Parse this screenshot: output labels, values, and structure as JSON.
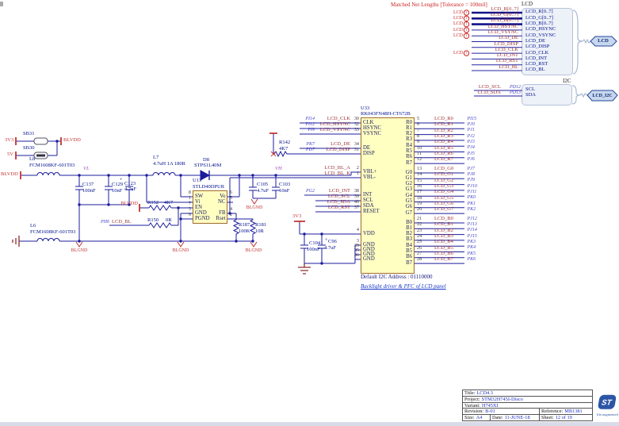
{
  "notes": {
    "matched": "Matched Net Lengths [Tolerance = 100mil]",
    "default_i2c": "Default I2C Address : 01110000",
    "backlight": "Backlight driver & PFC of LCD panel"
  },
  "lcd_group": {
    "label": "LCD",
    "port": "LCD",
    "marker_text": "LCD",
    "marker_num": "1",
    "rows": [
      {
        "name": "LCD_R[0..7]",
        "bus": true,
        "marker": true
      },
      {
        "name": "LCD_G[0..7]",
        "bus": true,
        "marker": true
      },
      {
        "name": "LCD_B[0..7]",
        "bus": true,
        "marker": true
      },
      {
        "name": "LCD_HSYNC",
        "bus": false,
        "marker": true
      },
      {
        "name": "LCD_VSYNC",
        "bus": false,
        "marker": true
      },
      {
        "name": "LCD_DE",
        "bus": false,
        "marker": false
      },
      {
        "name": "LCD_DISP",
        "bus": false,
        "marker": false
      },
      {
        "name": "LCD_CLK",
        "bus": false,
        "marker": true
      },
      {
        "name": "LCD_INT",
        "bus": false,
        "marker": false
      },
      {
        "name": "LCD_RST",
        "bus": false,
        "marker": false
      },
      {
        "name": "LCD_BL",
        "bus": false,
        "marker": false
      }
    ]
  },
  "i2c_group": {
    "label": "I2C",
    "port": "LCD_I2C",
    "rows": [
      {
        "net": "LCD_SCL",
        "port": "PD12",
        "inner": "SCL"
      },
      {
        "net": "LCD_SDA",
        "port": "PD13",
        "inner": "SDA"
      }
    ]
  },
  "u33": {
    "ref": "U33",
    "part": "RK043FN48H-CT672B",
    "supply": "3V3",
    "left_pins": [
      {
        "name": "CLK",
        "num": "30",
        "net": "LCD_CLK",
        "port": "PI14"
      },
      {
        "name": "HSYNC",
        "num": "32",
        "net": "LCD_HSYNC",
        "port": "PI12"
      },
      {
        "name": "VSYNC",
        "num": "33",
        "net": "LCD_VSYNC",
        "port": "PI9"
      },
      {
        "name": "DE",
        "num": "34",
        "net": "LCD_DE",
        "port": "PK7"
      },
      {
        "name": "DISP",
        "num": "31",
        "net": "LCD_DISP",
        "port": "PD7"
      },
      {
        "name": "VBL+",
        "num": "2",
        "net": "LCD_BL_A",
        "port": ""
      },
      {
        "name": "VBL-",
        "num": "1",
        "net": "LCD_BL_K",
        "port": ""
      },
      {
        "name": "INT",
        "num": "38",
        "net": "LCD_INT",
        "port": "PG2"
      },
      {
        "name": "SCL",
        "num": "39",
        "net": "LCD_SCL",
        "port": ""
      },
      {
        "name": "SDA",
        "num": "40",
        "net": "LCD_SDA",
        "port": ""
      },
      {
        "name": "RESET",
        "num": "37",
        "net": "LCD_RST",
        "port": ""
      },
      {
        "name": "VDD",
        "num": "4",
        "net": "",
        "port": ""
      },
      {
        "name": "GND",
        "num": "3",
        "net": "",
        "port": ""
      },
      {
        "name": "GND",
        "num": "29",
        "net": "",
        "port": ""
      },
      {
        "name": "GND",
        "num": "35",
        "net": "",
        "port": ""
      },
      {
        "name": "GND",
        "num": "36",
        "net": "",
        "port": ""
      }
    ],
    "right_pins": [
      {
        "name": "R0",
        "num": "5",
        "net": "LCD_R0",
        "port": "PI15"
      },
      {
        "name": "R1",
        "num": "6",
        "net": "LCD_R1",
        "port": "PJ0"
      },
      {
        "name": "R2",
        "num": "7",
        "net": "LCD_R2",
        "port": "PJ1"
      },
      {
        "name": "R3",
        "num": "8",
        "net": "LCD_R3",
        "port": "PJ2"
      },
      {
        "name": "R4",
        "num": "9",
        "net": "LCD_R4",
        "port": "PJ3"
      },
      {
        "name": "R5",
        "num": "10",
        "net": "LCD_R5",
        "port": "PJ4"
      },
      {
        "name": "R6",
        "num": "11",
        "net": "LCD_R6",
        "port": "PJ5"
      },
      {
        "name": "R7",
        "num": "12",
        "net": "LCD_R7",
        "port": "PJ6"
      },
      {
        "name": "G0",
        "num": "13",
        "net": "LCD_G0",
        "port": "PJ7"
      },
      {
        "name": "G1",
        "num": "14",
        "net": "LCD_G1",
        "port": "PJ8"
      },
      {
        "name": "G2",
        "num": "15",
        "net": "LCD_G2",
        "port": "PJ9"
      },
      {
        "name": "G3",
        "num": "16",
        "net": "LCD_G3",
        "port": "PJ10"
      },
      {
        "name": "G4",
        "num": "17",
        "net": "LCD_G4",
        "port": "PJ11"
      },
      {
        "name": "G5",
        "num": "18",
        "net": "LCD_G5",
        "port": "PK0"
      },
      {
        "name": "G6",
        "num": "19",
        "net": "LCD_G6",
        "port": "PK1"
      },
      {
        "name": "G7",
        "num": "20",
        "net": "LCD_G7",
        "port": "PK2"
      },
      {
        "name": "B0",
        "num": "21",
        "net": "LCD_B0",
        "port": "PJ12"
      },
      {
        "name": "B1",
        "num": "22",
        "net": "LCD_B1",
        "port": "PJ13"
      },
      {
        "name": "B2",
        "num": "23",
        "net": "LCD_B2",
        "port": "PJ14"
      },
      {
        "name": "B3",
        "num": "24",
        "net": "LCD_B3",
        "port": "PJ15"
      },
      {
        "name": "B4",
        "num": "25",
        "net": "LCD_B4",
        "port": "PK3"
      },
      {
        "name": "B5",
        "num": "26",
        "net": "LCD_B5",
        "port": "PK4"
      },
      {
        "name": "B6",
        "num": "27",
        "net": "LCD_B6",
        "port": "PK5"
      },
      {
        "name": "B7",
        "num": "28",
        "net": "LCD_B7",
        "port": "PK6"
      }
    ]
  },
  "u13": {
    "ref": "U13",
    "part": "STLD40DPUR",
    "left_pins": [
      {
        "name": "SW",
        "num": "8"
      },
      {
        "name": "Vi",
        "num": "1"
      },
      {
        "name": "EN",
        "num": "7"
      },
      {
        "name": "GND",
        "num": "3"
      },
      {
        "name": "PGND",
        "num": "9"
      }
    ],
    "right_pins": [
      {
        "name": "Vo",
        "num": "6"
      },
      {
        "name": "NC",
        "num": "5"
      },
      {
        "name": "FB",
        "num": "4"
      },
      {
        "name": "Rset",
        "num": "2"
      }
    ]
  },
  "components": {
    "l8": {
      "ref": "L8",
      "val": "FCM1608KF-601T03"
    },
    "l7": {
      "ref": "L7",
      "val": "4.7uH 1A 180R"
    },
    "l6": {
      "ref": "L6",
      "val": "FCM1608KF-601T03"
    },
    "d8": {
      "ref": "D8",
      "val": "STPS1L40M"
    },
    "c137": {
      "ref": "C137",
      "val": "100nF"
    },
    "c129": {
      "ref": "C129",
      "val": "10nF"
    },
    "c123": {
      "ref": "C123",
      "val": "4.7uF",
      "polar": true
    },
    "c105": {
      "ref": "C105",
      "val": "4.7uF"
    },
    "c103": {
      "ref": "C103",
      "val": "10nF"
    },
    "c104": {
      "ref": "C104",
      "val": "100nF"
    },
    "c96": {
      "ref": "C96",
      "val": "4.7uF",
      "polar": true
    },
    "r142": {
      "ref": "R142",
      "val": "4K7"
    },
    "r152": {
      "ref": "R152",
      "val": "4K7"
    },
    "r150": {
      "ref": "R150",
      "val": "0R"
    },
    "r187": {
      "ref": "R187",
      "val": "100K"
    },
    "r181": {
      "ref": "R181",
      "val": "10R"
    },
    "sb31": "SB31",
    "sb30": "SB30"
  },
  "nets": {
    "blvdd": "BLVDD",
    "blgnd": "BLGND",
    "v3v3": "3V3",
    "v5": "5V",
    "vl": "VL",
    "vh": "VH",
    "lcd_bl": "LCD_BL",
    "lcd_bl_port": "PH6",
    "plus": "+"
  },
  "title_block": {
    "title_label": "Title:",
    "title": "LCD4.3",
    "project_label": "Project:",
    "project": "STM32H745I-Disco",
    "variant_label": "Variant:",
    "variant": "H745XI",
    "revision_label": "Revision:",
    "revision": "B-01",
    "reference_label": "Reference:",
    "reference": "MB1381",
    "size_label": "Size:",
    "size": "A4",
    "date_label": "Date:",
    "date": "11-JUNE-18",
    "sheet_label": "Sheet:",
    "sheet": "12 of 19",
    "logo": "ST",
    "logo_sub": "life.augmented"
  }
}
